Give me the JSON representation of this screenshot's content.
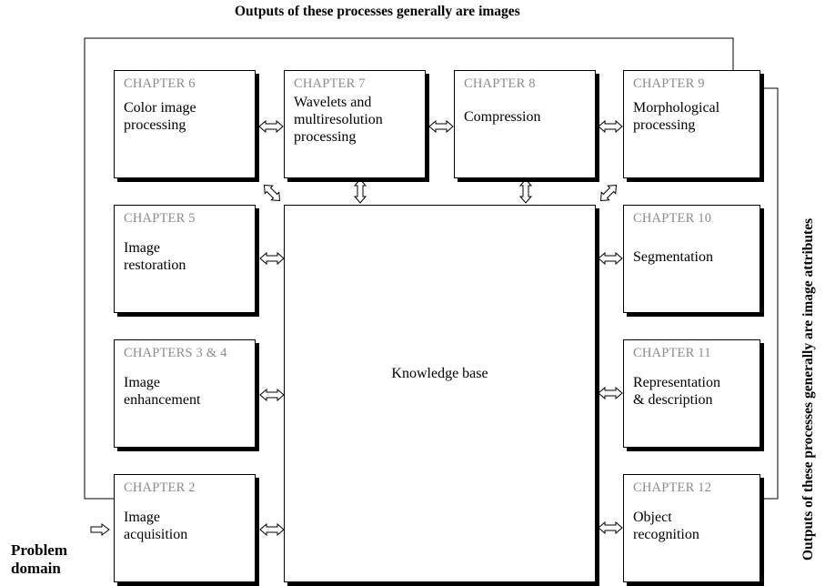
{
  "captions": {
    "top": "Outputs of these processes generally are images",
    "side": "Outputs of these processes generally are image attributes"
  },
  "input": {
    "label": "Problem\ndomain"
  },
  "knowledge_base": {
    "label": "Knowledge base"
  },
  "boxes": [
    {
      "id": "ch6",
      "chapter": "CHAPTER 6",
      "title": "Color image\nprocessing"
    },
    {
      "id": "ch7",
      "chapter": "CHAPTER 7",
      "title": "Wavelets and\nmultiresolution\nprocessing"
    },
    {
      "id": "ch8",
      "chapter": "CHAPTER 8",
      "title": "Compression"
    },
    {
      "id": "ch9",
      "chapter": "CHAPTER 9",
      "title": "Morphological\nprocessing"
    },
    {
      "id": "ch5",
      "chapter": "CHAPTER 5",
      "title": "Image\nrestoration"
    },
    {
      "id": "ch10",
      "chapter": "CHAPTER 10",
      "title": "Segmentation"
    },
    {
      "id": "ch34",
      "chapter": "CHAPTERS 3 & 4",
      "title": "Image\nenhancement"
    },
    {
      "id": "ch11",
      "chapter": "CHAPTER 11",
      "title": "Representation\n& description"
    },
    {
      "id": "ch2",
      "chapter": "CHAPTER 2",
      "title": "Image\nacquisition"
    },
    {
      "id": "ch12",
      "chapter": "CHAPTER 12",
      "title": "Object\nrecognition"
    }
  ]
}
